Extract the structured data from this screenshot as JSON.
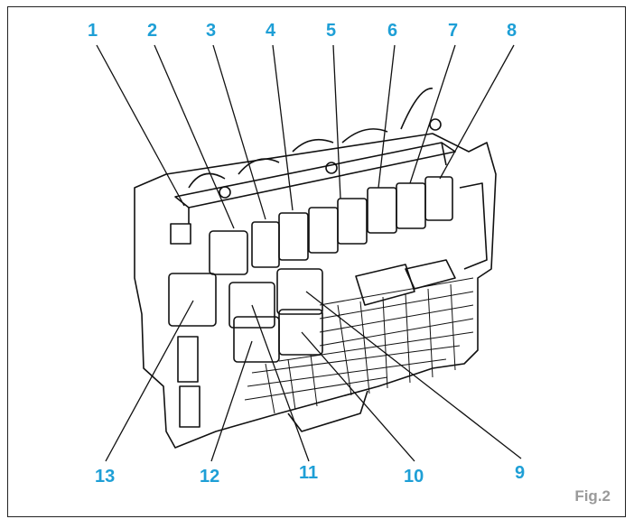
{
  "figure": {
    "caption": "Fig.2",
    "label_color": "#1e9fd6",
    "caption_color": "#9a9a9a",
    "callouts": [
      "1",
      "2",
      "3",
      "4",
      "5",
      "6",
      "7",
      "8",
      "9",
      "10",
      "11",
      "12",
      "13"
    ]
  }
}
